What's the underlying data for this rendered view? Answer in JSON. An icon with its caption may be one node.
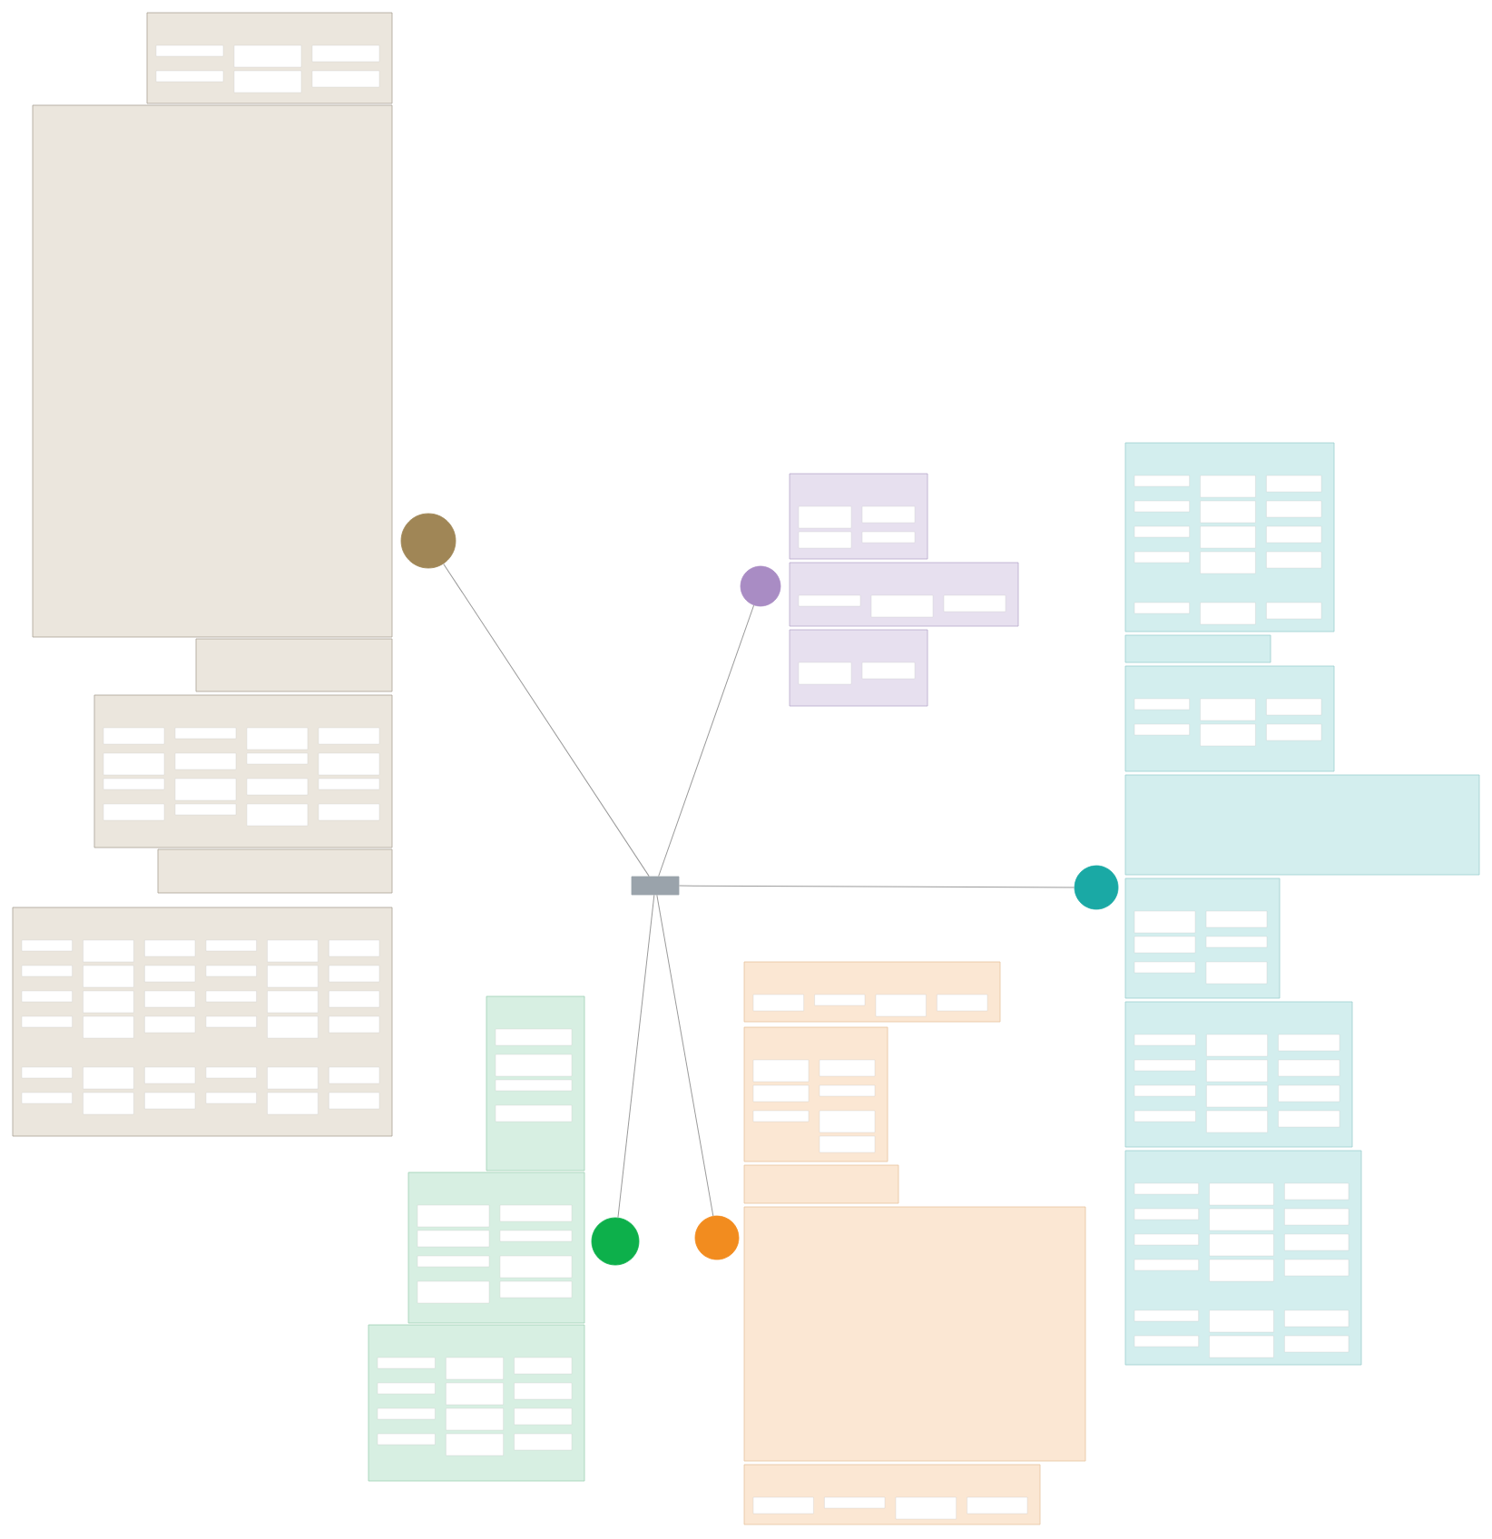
{
  "diagram": {
    "nodes": [
      {
        "text": [],
        "shape": "box"
      },
      {
        "text": [],
        "shape": "circle"
      },
      {
        "text": [],
        "shape": "circle"
      },
      {
        "text": [],
        "shape": "circle"
      },
      {
        "text": [],
        "shape": "circle"
      },
      {
        "text": [],
        "shape": "circle"
      }
    ],
    "edges": [
      {
        "from": 0,
        "to": 1,
        "arrow": "none"
      },
      {
        "from": 0,
        "to": 2,
        "arrow": "none"
      },
      {
        "from": 0,
        "to": 3,
        "arrow": "none"
      },
      {
        "from": 0,
        "to": 4,
        "arrow": "none"
      },
      {
        "from": 0,
        "to": 5,
        "arrow": "none"
      }
    ]
  }
}
